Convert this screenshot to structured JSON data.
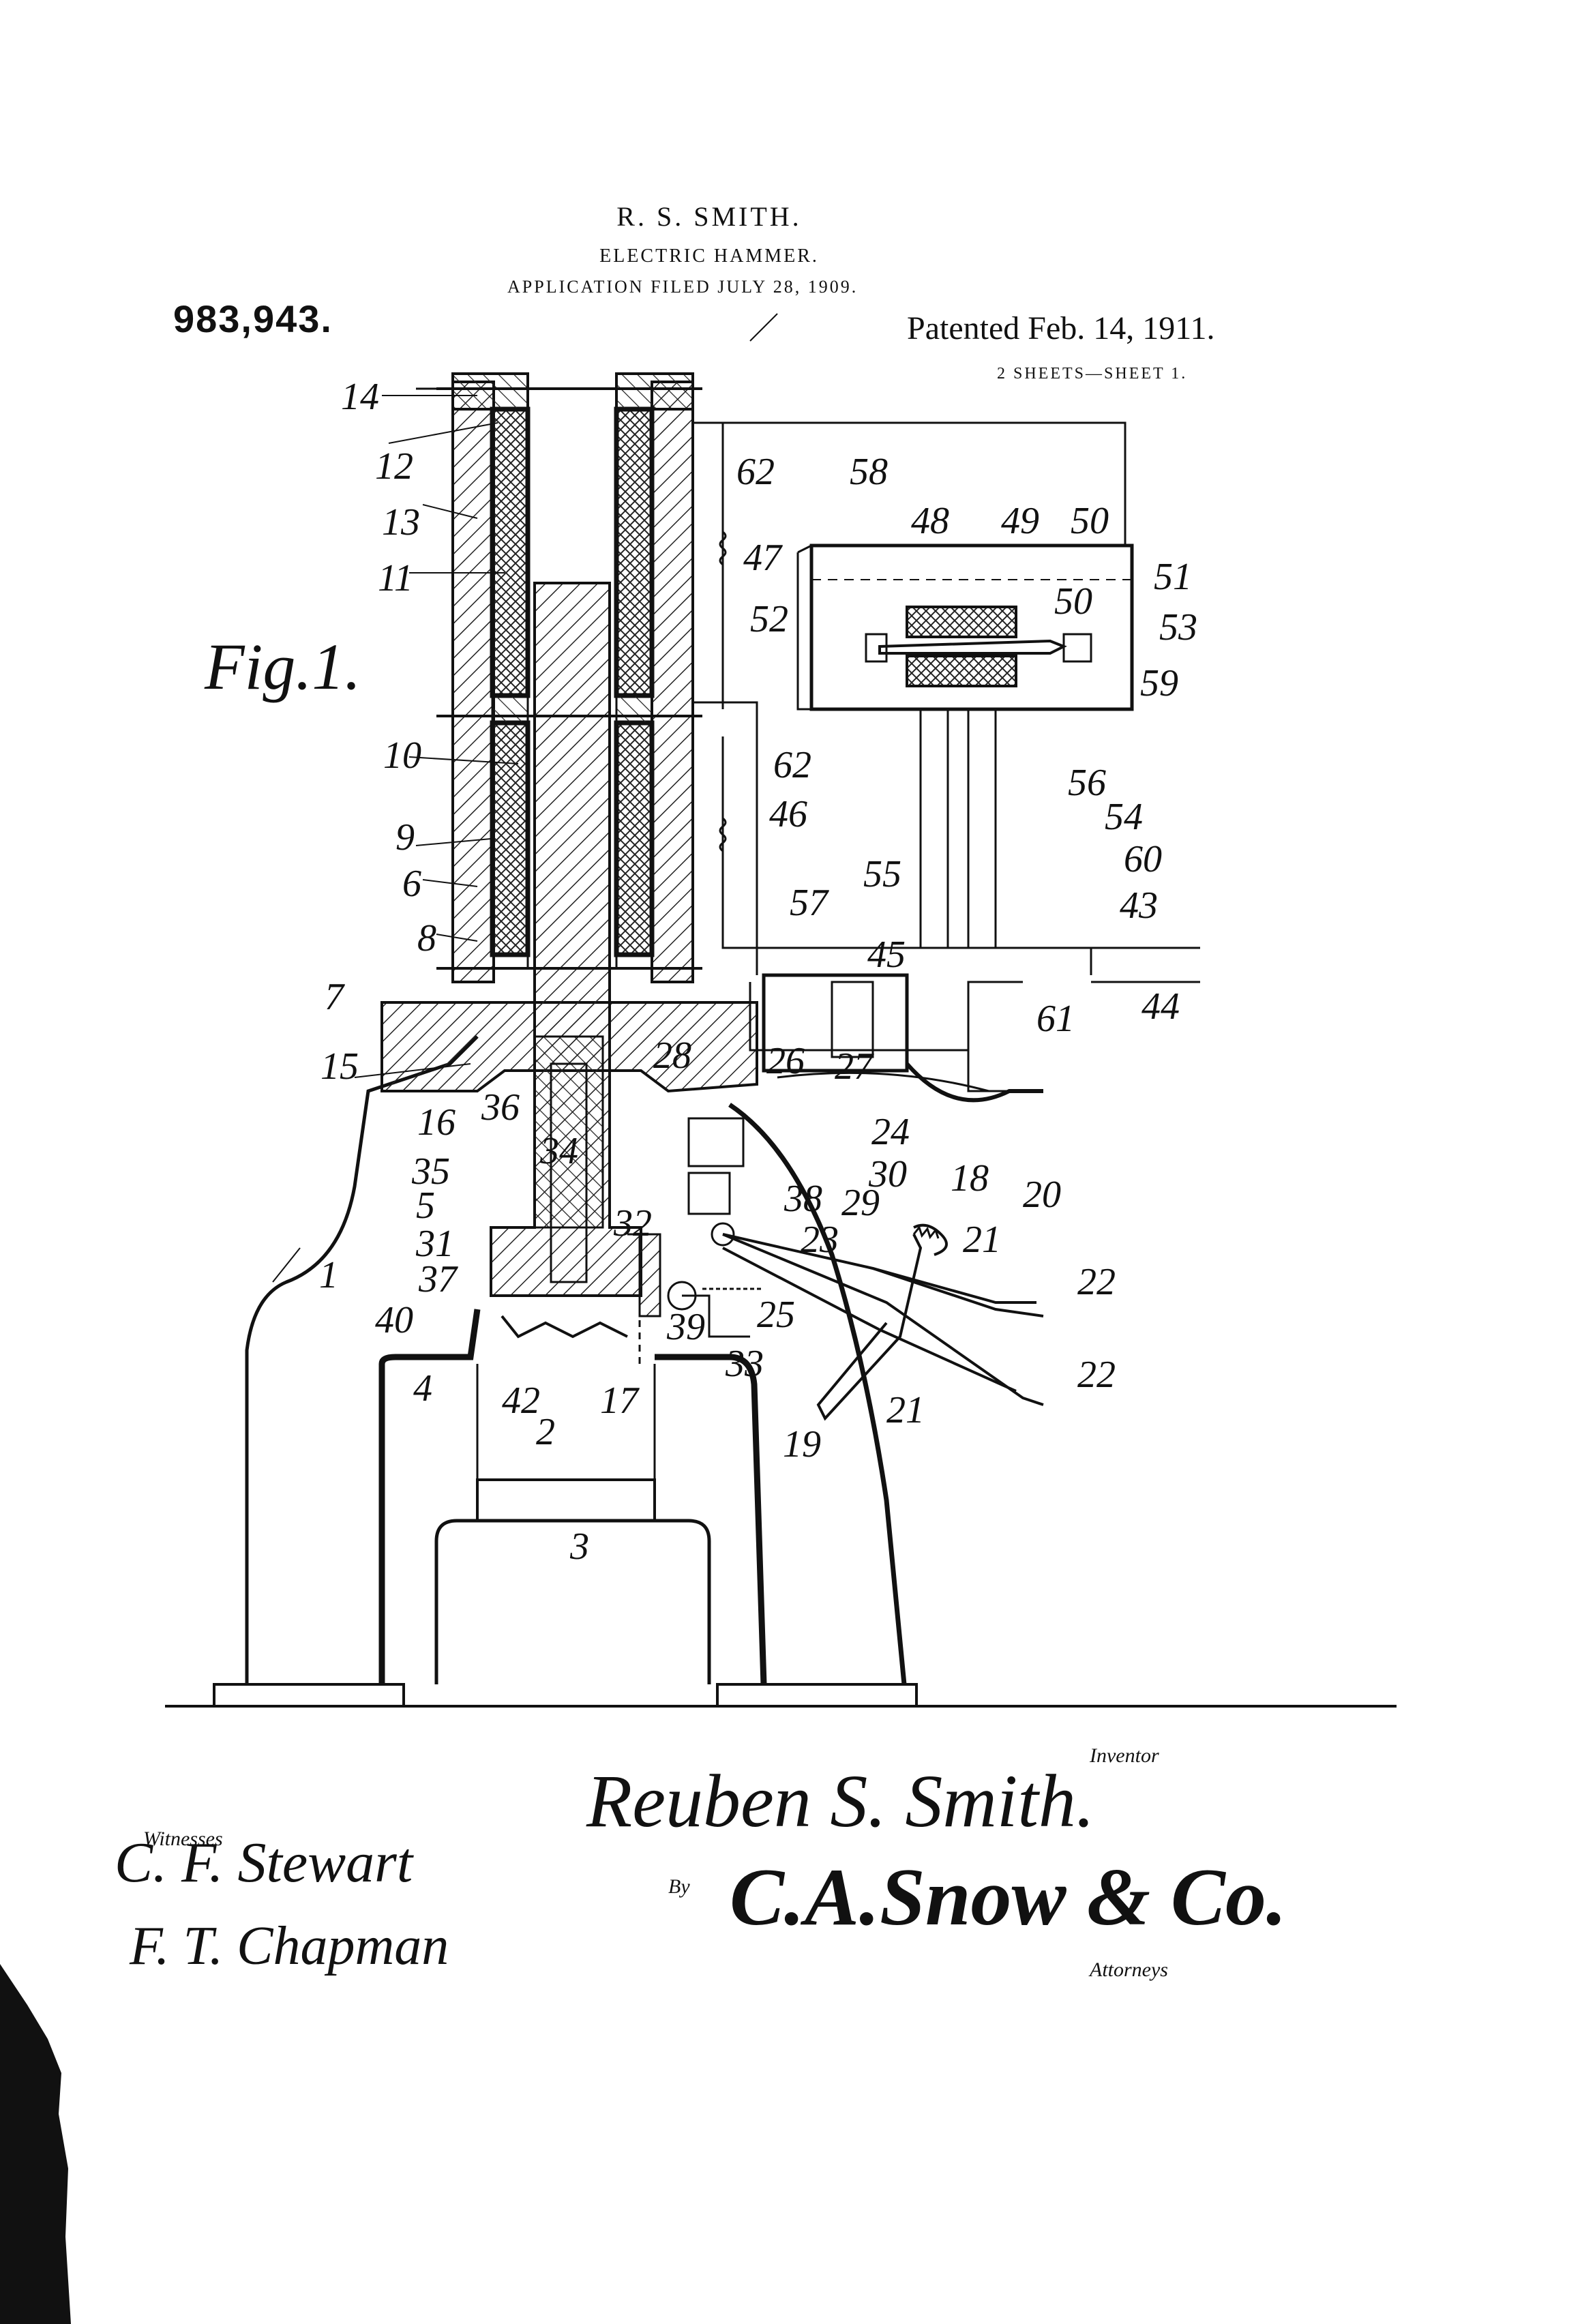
{
  "header": {
    "name": "R. S. SMITH.",
    "title": "ELECTRIC HAMMER.",
    "filed": "APPLICATION FILED JULY 28, 1909.",
    "patent_number": "983,943.",
    "patented": "Patented Feb. 14, 1911.",
    "sheets": "2 SHEETS—SHEET 1."
  },
  "figure": {
    "label": "Fig.1."
  },
  "reference_numerals": [
    "1",
    "2",
    "3",
    "4",
    "5",
    "6",
    "7",
    "8",
    "9",
    "10",
    "11",
    "12",
    "13",
    "14",
    "15",
    "16",
    "17",
    "18",
    "19",
    "20",
    "21",
    "21",
    "22",
    "22",
    "23",
    "24",
    "25",
    "26",
    "27",
    "28",
    "29",
    "30",
    "31",
    "32",
    "33",
    "34",
    "35",
    "36",
    "37",
    "38",
    "39",
    "40",
    "42",
    "43",
    "44",
    "45",
    "46",
    "47",
    "48",
    "49",
    "50",
    "50",
    "51",
    "52",
    "53",
    "54",
    "55",
    "56",
    "57",
    "58",
    "59",
    "60",
    "61",
    "62",
    "62"
  ],
  "signatures": {
    "inventor_label": "Inventor",
    "inventor": "Reuben S. Smith.",
    "witnesses_label": "Witnesses",
    "witness_1": "C. F. Stewart",
    "witness_2": "F. T. Chapman",
    "by_label": "By",
    "attorney": "C.A.Snow & Co.",
    "attorneys_label": "Attorneys"
  }
}
